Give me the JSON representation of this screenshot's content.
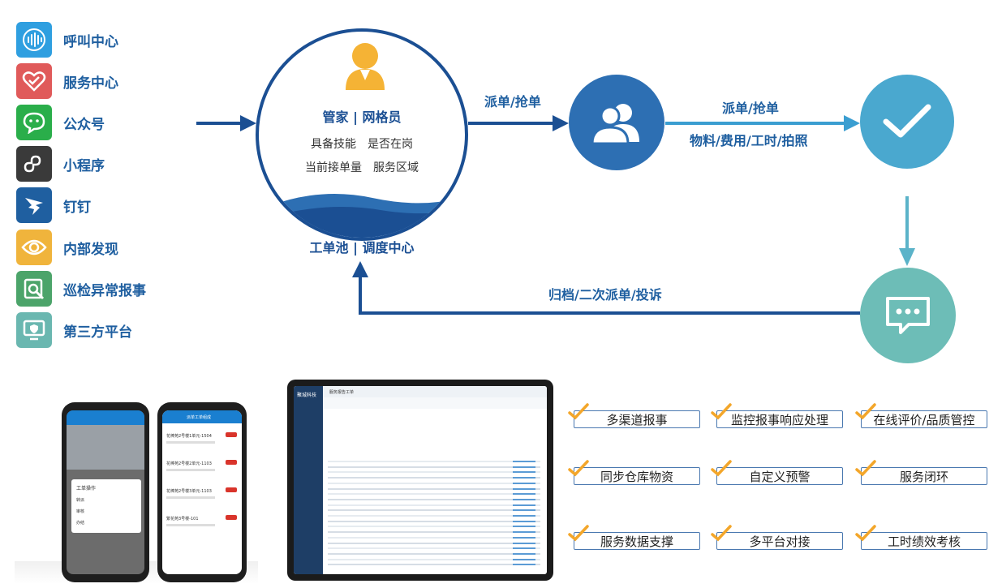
{
  "channels": [
    {
      "label": "呼叫中心",
      "icon": "voice-wave-icon",
      "color": "#2f9fe0"
    },
    {
      "label": "服务中心",
      "icon": "heart-icon",
      "color": "#e05a5a"
    },
    {
      "label": "公众号",
      "icon": "wechat-icon",
      "color": "#2aae4a"
    },
    {
      "label": "小程序",
      "icon": "mini-program-icon",
      "color": "#3a3a3a"
    },
    {
      "label": "钉钉",
      "icon": "dingtalk-icon",
      "color": "#1f5fa0"
    },
    {
      "label": "内部发现",
      "icon": "eye-icon",
      "color": "#f0b43c"
    },
    {
      "label": "巡检异常报事",
      "icon": "inspect-icon",
      "color": "#4ca46a"
    },
    {
      "label": "第三方平台",
      "icon": "monitor-shield-icon",
      "color": "#6ab7b0"
    }
  ],
  "hub": {
    "title": "管家 | 网格员",
    "line1": "具备技能　是否在岗",
    "line2": "当前接单量　服务区域",
    "caption": "工单池 | 调度中心"
  },
  "flow": {
    "dispatch1": "派单/抢单",
    "dispatch2": "派单/抢单",
    "dispatch2_sub": "物料/费用/工时/拍照",
    "return": "归档/二次派单/投诉"
  },
  "colors": {
    "primary": "#1b4f93",
    "node_blue": "#2d6fb3",
    "node_check": "#4aa8cf",
    "node_chat": "#6dbdb7"
  },
  "features": [
    "多渠道报事",
    "监控报事响应处理",
    "在线评价/品质管控",
    "同步仓库物资",
    "自定义预警",
    "服务闭环",
    "服务数据支撑",
    "多平台对接",
    "工时绩效考核"
  ],
  "devices": {
    "phone1_menu_title": "工单操作",
    "phone1_menu": [
      "转派",
      "审核",
      "办结"
    ],
    "phone2_title": "派单工单组成",
    "phone2_items": [
      "花棒苑2号楼1单元-1504",
      "花棒苑2号楼2单元-1103",
      "花棒苑2号楼3单元-1103",
      "繁花苑3号楼-101"
    ],
    "tablet_brand": "聚城科技",
    "tablet_title": "服务报告工单"
  }
}
